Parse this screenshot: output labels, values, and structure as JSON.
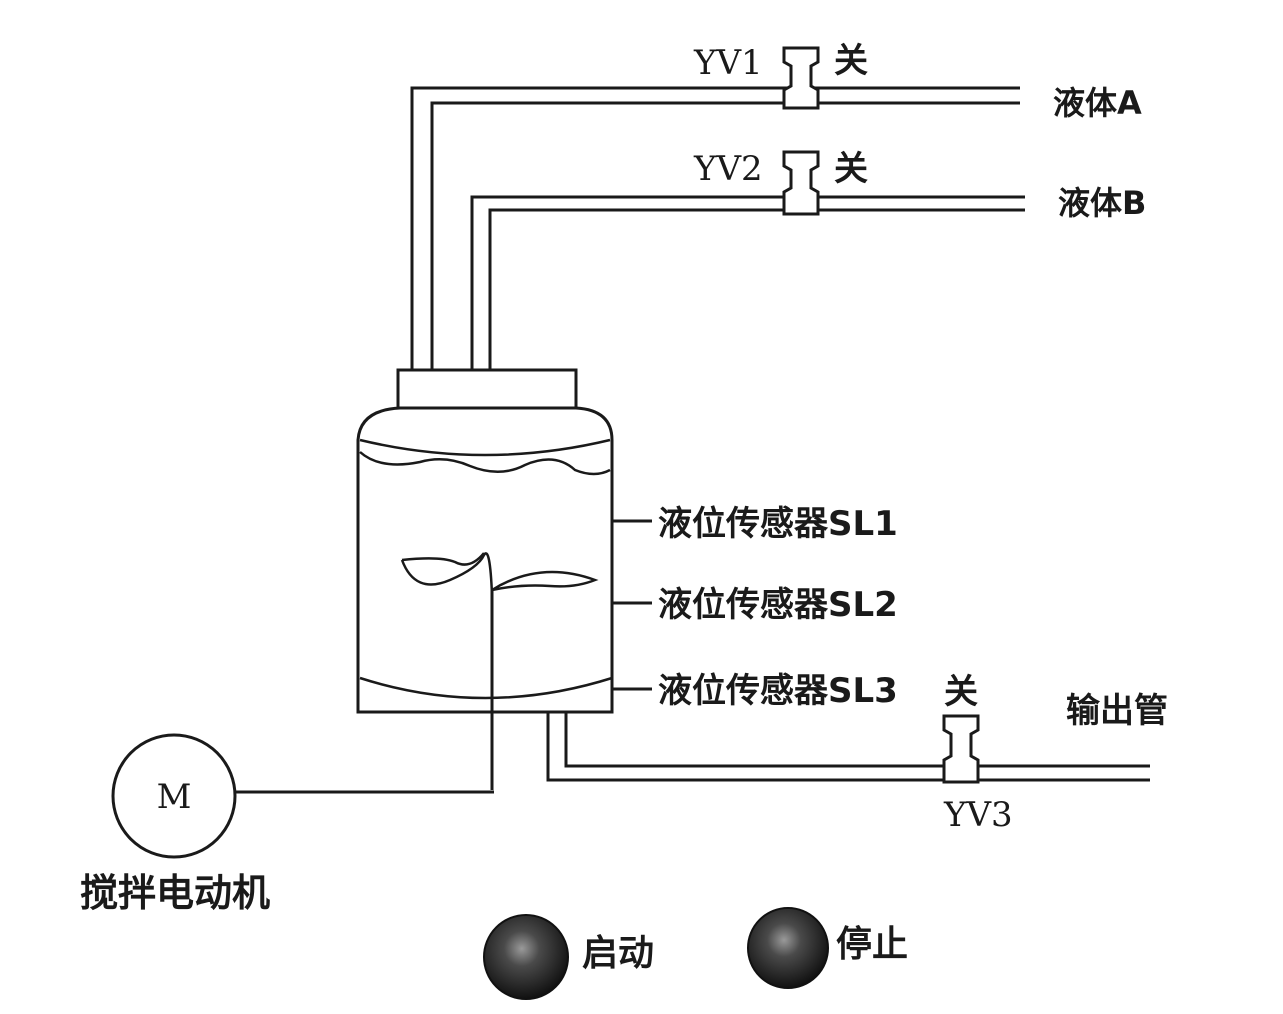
{
  "valves": {
    "yv1": {
      "name": "YV1",
      "state": "关"
    },
    "yv2": {
      "name": "YV2",
      "state": "关"
    },
    "yv3": {
      "name": "YV3",
      "state": "关"
    }
  },
  "inlets": {
    "a": "液体A",
    "b": "液体B"
  },
  "outlet": "输出管",
  "sensors": {
    "sl1": "液位传感器SL1",
    "sl2": "液位传感器SL2",
    "sl3": "液位传感器SL3"
  },
  "motor": {
    "symbol": "M",
    "label": "搅拌电动机"
  },
  "buttons": {
    "start": "启动",
    "stop": "停止"
  },
  "colors": {
    "line": "#1a1a1a",
    "background": "#ffffff",
    "button": "#2a2a2a"
  }
}
